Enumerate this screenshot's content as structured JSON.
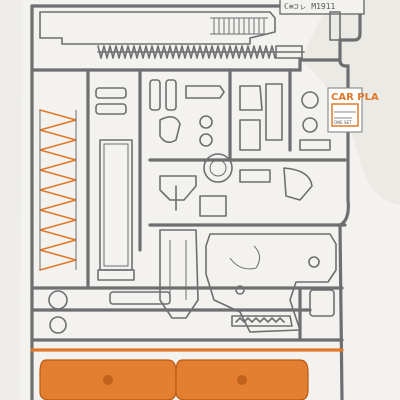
{
  "photo": {
    "subject": "T-shirt print of a pistol model kit sprue",
    "colors": {
      "shirt": "#f3f2ee",
      "print_line": "#6d6f71",
      "accent": "#e0782a",
      "grip": "#e47e30"
    }
  },
  "sprue_tag": {
    "text": "ℂ≡⊐ㇾ M1911"
  },
  "logo": {
    "brand": "CAR PLA",
    "box_caption": "ONE SET"
  }
}
